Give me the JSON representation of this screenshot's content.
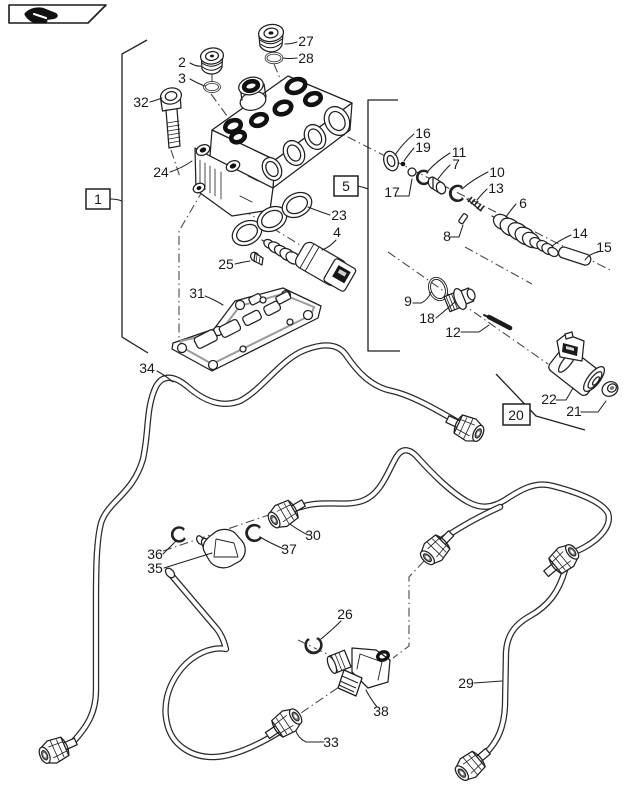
{
  "diagram": {
    "type": "exploded-parts-diagram",
    "background_color": "#ffffff",
    "line_color": "#231f20",
    "legend_icon": "service-reference-icon"
  },
  "callouts": {
    "boxed_groups": [
      "1",
      "5",
      "20"
    ],
    "labels": {
      "c1": "1",
      "c2": "2",
      "c3": "3",
      "c4": "4",
      "c5": "5",
      "c6": "6",
      "c7": "7",
      "c8": "8",
      "c9": "9",
      "c10": "10",
      "c11": "11",
      "c12": "12",
      "c13": "13",
      "c14": "14",
      "c15": "15",
      "c16": "16",
      "c17": "17",
      "c18": "18",
      "c19": "19",
      "c20": "20",
      "c21": "21",
      "c22": "22",
      "c23": "23",
      "c24": "24",
      "c25": "25",
      "c26": "26",
      "c27": "27",
      "c28": "28",
      "c29": "29",
      "c30": "30",
      "c31": "31",
      "c32": "32",
      "c33": "33",
      "c34": "34",
      "c35": "35",
      "c36": "36",
      "c37": "37",
      "c38": "38"
    }
  }
}
